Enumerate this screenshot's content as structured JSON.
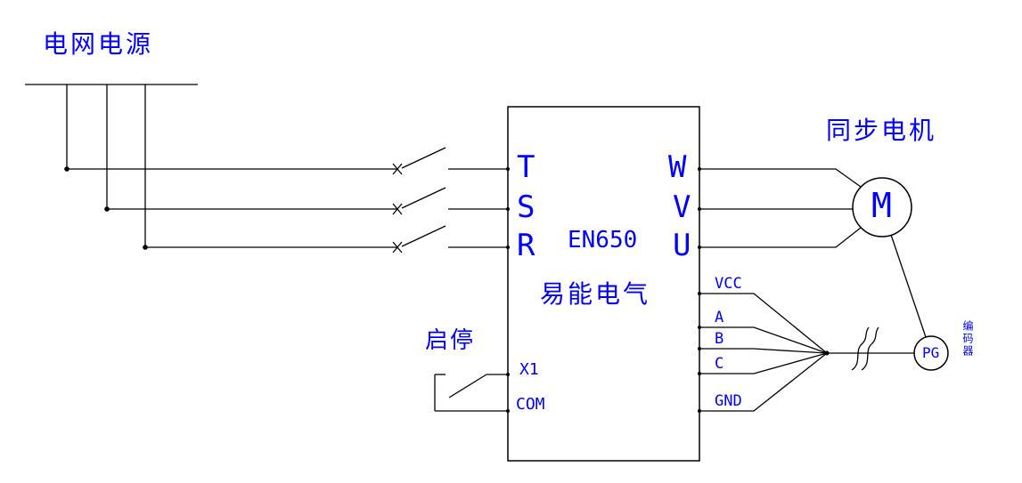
{
  "diagram": {
    "grid_power_label": "电网电源",
    "drive": {
      "model": "EN650",
      "brand": "易能电气"
    },
    "input_terminals": [
      "T",
      "S",
      "R"
    ],
    "output_terminals": [
      "W",
      "V",
      "U"
    ],
    "control": {
      "start_stop_label": "启停",
      "terminals": [
        "X1",
        "COM"
      ]
    },
    "encoder_terminals": [
      "VCC",
      "A",
      "B",
      "C",
      "GND"
    ],
    "motor": {
      "name": "同步电机",
      "symbol": "M"
    },
    "encoder": {
      "symbol": "PG",
      "name": "编码器"
    },
    "colors": {
      "label": "#0000ff",
      "line": "#000000",
      "background": "#ffffff"
    }
  }
}
